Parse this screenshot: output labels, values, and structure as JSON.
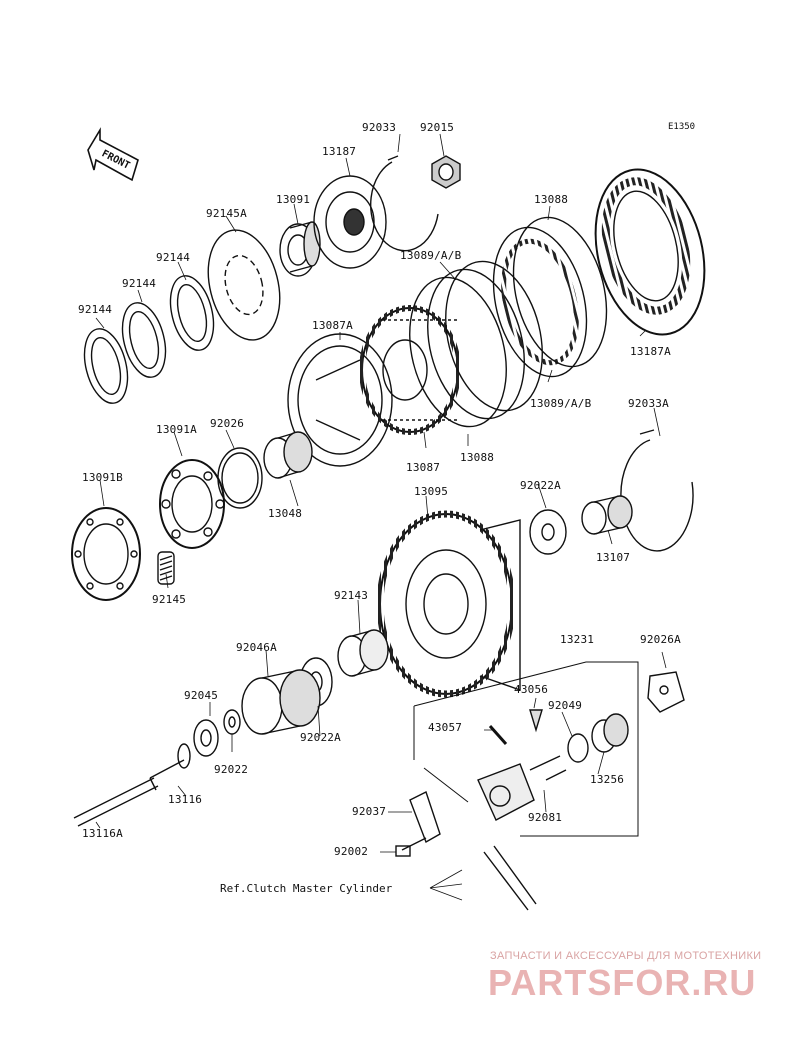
{
  "diagram_code": "E1350",
  "front_arrow_text": "FRONT",
  "reference_note": "Ref.Clutch Master Cylinder",
  "watermark": {
    "tagline": "ЗАПЧАСТИ И АКСЕССУАРЫ ДЛЯ МОТОТЕХНИКИ",
    "logo": "PARTSFOR.RU"
  },
  "part_labels": {
    "p92033": "92033",
    "p92015": "92015",
    "p13187": "13187",
    "p13091": "13091",
    "p92145A": "92145A",
    "p13088_top": "13088",
    "p13089_top": "13089/A/B",
    "p92144_a": "92144",
    "p92144_b": "92144",
    "p92144_c": "92144",
    "p13087A": "13087A",
    "p13187A": "13187A",
    "p13089_bottom": "13089/A/B",
    "p92033A": "92033A",
    "p13091A": "13091A",
    "p92026": "92026",
    "p13087": "13087",
    "p13088_bottom": "13088",
    "p13091B": "13091B",
    "p13048": "13048",
    "p13095": "13095",
    "p92022A_top": "92022A",
    "p13107": "13107",
    "p92145": "92145",
    "p92143": "92143",
    "p13231": "13231",
    "p92026A": "92026A",
    "p92046A": "92046A",
    "p43056": "43056",
    "p92045": "92045",
    "p92049": "92049",
    "p43057": "43057",
    "p92022A_bottom": "92022A",
    "p92022": "92022",
    "p13256": "13256",
    "p13116": "13116",
    "p92037": "92037",
    "p92081": "92081",
    "p13116A": "13116A",
    "p92002": "92002"
  }
}
